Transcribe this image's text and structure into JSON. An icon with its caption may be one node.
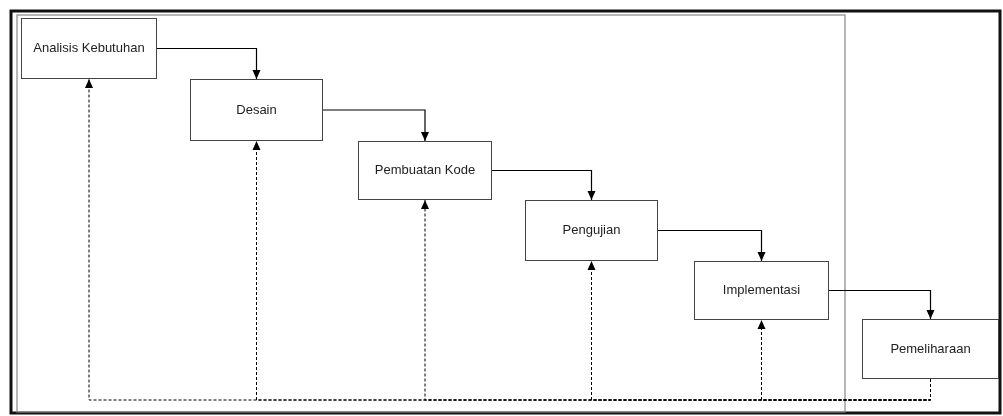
{
  "diagram": {
    "nodes": [
      {
        "text": [
          "Analisis Kebutuhan"
        ]
      },
      {
        "text": [
          "Desain"
        ]
      },
      {
        "text": [
          "Pembuatan Kode"
        ]
      },
      {
        "text": [
          "Pengujian"
        ]
      },
      {
        "text": [
          "Implementasi"
        ]
      },
      {
        "text": [
          "Pemeliharaan"
        ]
      }
    ],
    "edges": [
      {
        "from": 0,
        "to": 1,
        "arrow": "to"
      },
      {
        "from": 1,
        "to": 2,
        "arrow": "to"
      },
      {
        "from": 2,
        "to": 3,
        "arrow": "to"
      },
      {
        "from": 3,
        "to": 4,
        "arrow": "to"
      },
      {
        "from": 4,
        "to": 5,
        "arrow": "to"
      },
      {
        "from": 5,
        "to": 0,
        "arrow": "to",
        "style": "dashed"
      },
      {
        "from": 5,
        "to": 1,
        "arrow": "to",
        "style": "dashed"
      },
      {
        "from": 5,
        "to": 2,
        "arrow": "to",
        "style": "dashed"
      },
      {
        "from": 5,
        "to": 3,
        "arrow": "to",
        "style": "dashed"
      },
      {
        "from": 5,
        "to": 4,
        "arrow": "to",
        "style": "dashed"
      }
    ]
  }
}
